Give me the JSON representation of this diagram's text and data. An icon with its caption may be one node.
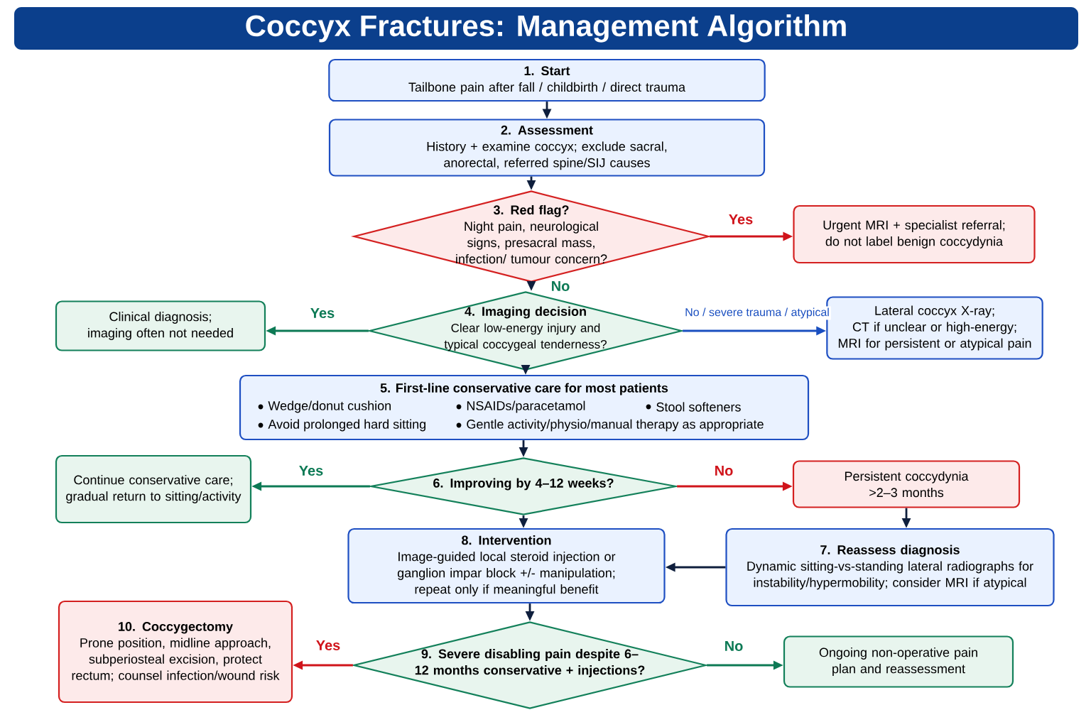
{
  "diagram": {
    "title": "Coccyx Fractures: Management Algorithm",
    "nodes": [
      {
        "text": [
          "1. Start",
          "Tailbone pain after fall / childbirth / direct trauma"
        ]
      },
      {
        "text": [
          "2. Assessment",
          "History + examine coccyx; exclude sacral, anorectal, referred spine/SIJ causes"
        ]
      },
      {
        "text": [
          "3. Red flag?",
          "Night pain, neurological signs, presacral mass, infection/ tumour concern?"
        ]
      },
      {
        "text": [
          "Urgent MRI + specialist referral; do not label benign coccydynia"
        ]
      },
      {
        "text": [
          "4. Imaging decision",
          "Clear low-energy injury and typical coccygeal tenderness?"
        ]
      },
      {
        "text": [
          "Clinical diagnosis; imaging often not needed"
        ]
      },
      {
        "text": [
          "Lateral coccyx X-ray;",
          "CT if unclear or high-energy;",
          "MRI for persistent or atypical pain"
        ]
      },
      {
        "text": [
          "5. First-line conservative care for most patients",
          "Wedge/donut cushion",
          "NSAIDs/paracetamol",
          "Stool softeners",
          "Avoid prolonged hard sitting",
          "Gentle activity/physio/manual therapy as appropriate"
        ]
      },
      {
        "text": [
          "6. Improving by 4–12 weeks?"
        ]
      },
      {
        "text": [
          "Continue conservative care; gradual return to sitting/activity"
        ]
      },
      {
        "text": [
          "Persistent coccydynia >2–3 months"
        ]
      },
      {
        "text": [
          "7. Reassess diagnosis",
          "Dynamic sitting-vs-standing lateral radiographs for instability/hypermobility; consider MRI if atypical"
        ]
      },
      {
        "text": [
          "8. Intervention",
          "Image-guided local steroid injection or ganglion impar block +/- manipulation; repeat only if meaningful benefit"
        ]
      },
      {
        "text": [
          "9. Severe disabling pain despite 6–12 months conservative + injections?"
        ]
      },
      {
        "text": [
          "10. Coccygectomy",
          "Prone position, midline approach, subperiosteal excision, protect rectum; counsel infection/wound risk"
        ]
      },
      {
        "text": [
          "Ongoing non-operative pain plan and reassessment"
        ]
      }
    ],
    "edges": [
      {
        "from": 0,
        "to": 1,
        "arrow": "to"
      },
      {
        "from": 1,
        "to": 2,
        "arrow": "to"
      },
      {
        "from": 2,
        "to": 3,
        "arrow": "to",
        "label": "Yes",
        "color": "#d0141b"
      },
      {
        "from": 2,
        "to": 4,
        "arrow": "to",
        "label": "No"
      },
      {
        "from": 4,
        "to": 5,
        "arrow": "to",
        "label": "Yes",
        "color": "#0d7a55"
      },
      {
        "from": 4,
        "to": 6,
        "arrow": "to",
        "label": "No / severe trauma / atypical",
        "color": "#1a4fc0"
      },
      {
        "from": 4,
        "to": 7,
        "arrow": "to"
      },
      {
        "from": 7,
        "to": 8,
        "arrow": "to"
      },
      {
        "from": 8,
        "to": 9,
        "arrow": "to",
        "label": "Yes",
        "color": "#0d7a55"
      },
      {
        "from": 8,
        "to": 10,
        "arrow": "to",
        "label": "No",
        "color": "#d0141b"
      },
      {
        "from": 10,
        "to": 11,
        "arrow": "to"
      },
      {
        "from": 11,
        "to": 12,
        "arrow": "to"
      },
      {
        "from": 8,
        "to": 12,
        "arrow": "to"
      },
      {
        "from": 12,
        "to": 13,
        "arrow": "to"
      },
      {
        "from": 13,
        "to": 14,
        "arrow": "to",
        "label": "Yes",
        "color": "#d0141b"
      },
      {
        "from": 13,
        "to": 15,
        "arrow": "to",
        "label": "No",
        "color": "#0d7a55"
      }
    ]
  }
}
